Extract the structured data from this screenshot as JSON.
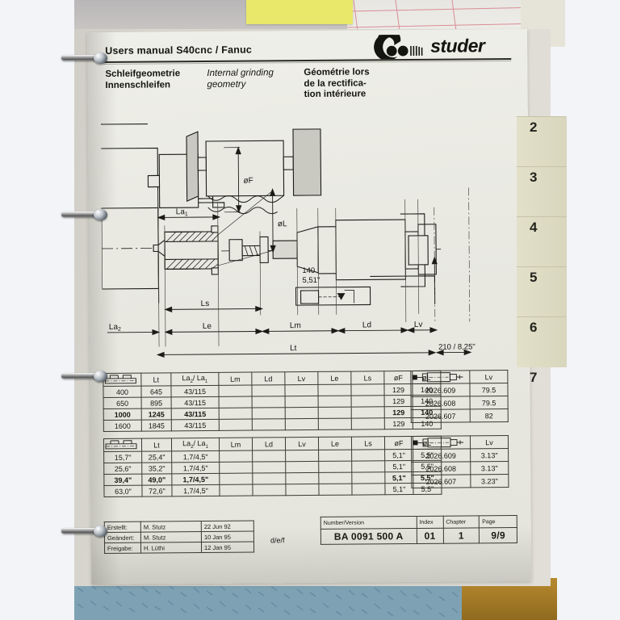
{
  "header": {
    "manual_title": "Users manual S40cnc / Fanuc",
    "brand": "studer",
    "col_de_line1": "Schleifgeometrie",
    "col_de_line2": "Innenschleifen",
    "col_en_line1": "Internal grinding",
    "col_en_line2": "geometry",
    "col_fr_line1": "Géométrie lors",
    "col_fr_line2": "de la rectifica-",
    "col_fr_line3": "tion intérieure"
  },
  "drawing": {
    "label_of": "øF",
    "label_ol": "øL",
    "label_la1": "La1",
    "label_la2": "La2",
    "label_ls": "Ls",
    "label_le": "Le",
    "label_lm": "Lm",
    "label_ld": "Ld",
    "label_lv": "Lv",
    "label_lt": "Lt",
    "note_140_mm": "140",
    "note_140_in": "5,51\"",
    "note_210": "210 / 8,25\""
  },
  "table_metric": {
    "headers": [
      "",
      "Lt",
      "La2/ La1",
      "Lm",
      "Ld",
      "Lv",
      "Le",
      "Ls",
      "øF",
      "øL"
    ],
    "rows": [
      {
        "c": [
          "400",
          "645",
          "43/115",
          "",
          "",
          "",
          "",
          "",
          "129",
          "140"
        ],
        "bold": false
      },
      {
        "c": [
          "650",
          "895",
          "43/115",
          "",
          "",
          "",
          "",
          "",
          "129",
          "140"
        ],
        "bold": false
      },
      {
        "c": [
          "1000",
          "1245",
          "43/115",
          "",
          "",
          "",
          "",
          "",
          "129",
          "140"
        ],
        "bold": true
      },
      {
        "c": [
          "1600",
          "1845",
          "43/115",
          "",
          "",
          "",
          "",
          "",
          "129",
          "140"
        ],
        "bold": false
      }
    ]
  },
  "table_inch": {
    "headers": [
      "",
      "Lt",
      "La2/ La1",
      "Lm",
      "Ld",
      "Lv",
      "Le",
      "Ls",
      "øF",
      "øL"
    ],
    "rows": [
      {
        "c": [
          "15,7\"",
          "25,4\"",
          "1,7/4,5\"",
          "",
          "",
          "",
          "",
          "",
          "5,1\"",
          "5,5\""
        ],
        "bold": false
      },
      {
        "c": [
          "25,6\"",
          "35,2\"",
          "1,7/4,5\"",
          "",
          "",
          "",
          "",
          "",
          "5,1\"",
          "5,5\""
        ],
        "bold": false
      },
      {
        "c": [
          "39,4\"",
          "49,0\"",
          "1,7/4,5\"",
          "",
          "",
          "",
          "",
          "",
          "5,1\"",
          "5,5\""
        ],
        "bold": true
      },
      {
        "c": [
          "63,0\"",
          "72,6\"",
          "1,7/4,5\"",
          "",
          "",
          "",
          "",
          "",
          "5,1\"",
          "5,5\""
        ],
        "bold": false
      }
    ]
  },
  "table_spindle_metric": {
    "headers": [
      "",
      "Lv"
    ],
    "rows": [
      {
        "part": "2026.609",
        "lv": "79.5"
      },
      {
        "part": "2026.608",
        "lv": "79.5"
      },
      {
        "part": "2026.607",
        "lv": "82"
      }
    ]
  },
  "table_spindle_inch": {
    "headers": [
      "",
      "Lv"
    ],
    "rows": [
      {
        "part": "2026.609",
        "lv": "3.13\""
      },
      {
        "part": "2026.608",
        "lv": "3.13\""
      },
      {
        "part": "2026.607",
        "lv": "3.23\""
      }
    ]
  },
  "footer": {
    "rows": [
      {
        "label": "Erstellt:",
        "name": "M. Stutz",
        "date": "22 Jun 92"
      },
      {
        "label": "Geändert:",
        "name": "M. Stutz",
        "date": "10 Jan 95"
      },
      {
        "label": "Freigabe:",
        "name": "H. Lüthi",
        "date": "12 Jan 95"
      }
    ],
    "languages": "d/e/f",
    "number_version_label": "Number/Version",
    "index_label": "Index",
    "chapter_label": "Chapter",
    "page_label": "Page",
    "number_version": "BA 0091 500 A",
    "index": "01",
    "chapter": "1",
    "page": "9/9"
  },
  "binder_tabs": [
    "2",
    "3",
    "4",
    "5",
    "6",
    "7"
  ]
}
